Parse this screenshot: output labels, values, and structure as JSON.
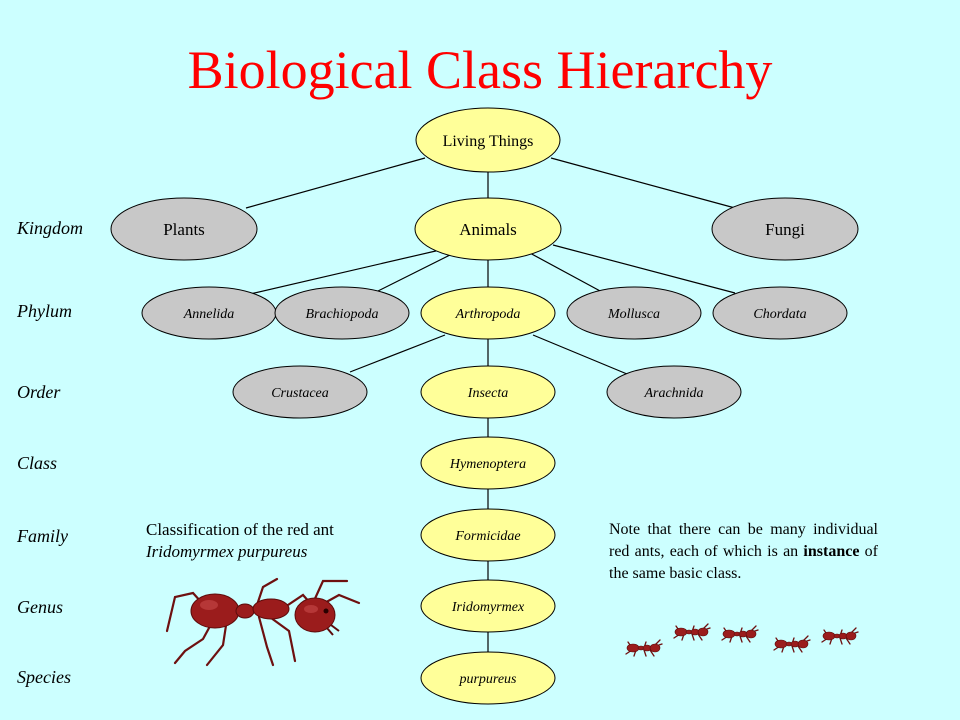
{
  "title": "Biological Class Hierarchy",
  "ranks": [
    "Kingdom",
    "Phylum",
    "Order",
    "Class",
    "Family",
    "Genus",
    "Species"
  ],
  "nodes": {
    "living_things": "Living Things",
    "plants": "Plants",
    "animals": "Animals",
    "fungi": "Fungi",
    "annelida": "Annelida",
    "brachiopoda": "Brachiopoda",
    "arthropoda": "Arthropoda",
    "mollusca": "Mollusca",
    "chordata": "Chordata",
    "crustacea": "Crustacea",
    "insecta": "Insecta",
    "arachnida": "Arachnida",
    "hymenoptera": "Hymenoptera",
    "formicidae": "Formicidae",
    "iridomyrmex": "Iridomyrmex",
    "purpureus": "purpureus"
  },
  "caption": {
    "line1": "Classification of the red ant",
    "line2": "Iridomyrmex purpureus"
  },
  "note": {
    "before": "Note that there can be many individual red ants, each of which is an ",
    "emphasis": "instance",
    "after": " of the same basic class."
  },
  "colors": {
    "background": "#ccffff",
    "title": "#ff0000",
    "highlight_node": "#ffff99",
    "other_node": "#c8c8c8",
    "ant": "#9b1c1c"
  },
  "icons": {
    "ant_illustration": "red-ant",
    "ant_instances": "red-ant-group"
  }
}
